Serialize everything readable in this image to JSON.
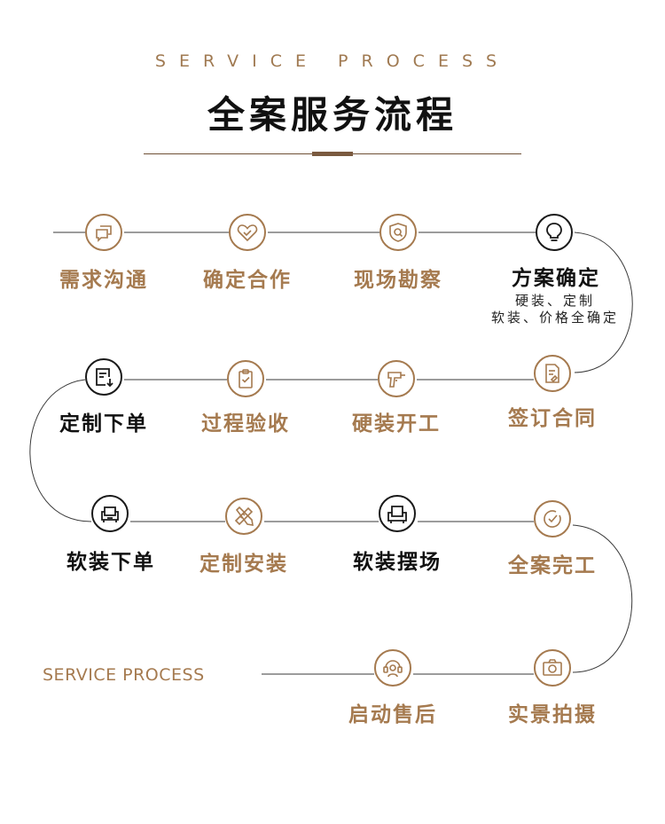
{
  "header": {
    "subtitle": "SERVICE PROCESS",
    "title": "全案服务流程"
  },
  "colors": {
    "accent": "#a57a4f",
    "dark": "#1a1a1a",
    "line": "#444444"
  },
  "steps": [
    {
      "label": "需求沟通",
      "icon": "chat-bubbles-icon",
      "highlight": false
    },
    {
      "label": "确定合作",
      "icon": "heart-handshake-icon",
      "highlight": false
    },
    {
      "label": "现场勘察",
      "icon": "shield-search-icon",
      "highlight": false
    },
    {
      "label": "方案确定",
      "icon": "lightbulb-icon",
      "highlight": true,
      "desc_line1": "硬装、定制",
      "desc_line2": "软装、价格全确定"
    },
    {
      "label": "签订合同",
      "icon": "contract-sign-icon",
      "highlight": false
    },
    {
      "label": "硬装开工",
      "icon": "drill-icon",
      "highlight": false
    },
    {
      "label": "过程验收",
      "icon": "clipboard-check-icon",
      "highlight": false
    },
    {
      "label": "定制下单",
      "icon": "order-download-icon",
      "highlight": true
    },
    {
      "label": "软装下单",
      "icon": "sofa-icon",
      "highlight": true
    },
    {
      "label": "定制安装",
      "icon": "ruler-pencil-icon",
      "highlight": false
    },
    {
      "label": "软装摆场",
      "icon": "armchair-icon",
      "highlight": true
    },
    {
      "label": "全案完工",
      "icon": "check-circle-icon",
      "highlight": false
    },
    {
      "label": "实景拍摄",
      "icon": "camera-icon",
      "highlight": false
    },
    {
      "label": "启动售后",
      "icon": "headset-service-icon",
      "highlight": false
    }
  ],
  "footer": {
    "text": "SERVICE PROCESS"
  }
}
